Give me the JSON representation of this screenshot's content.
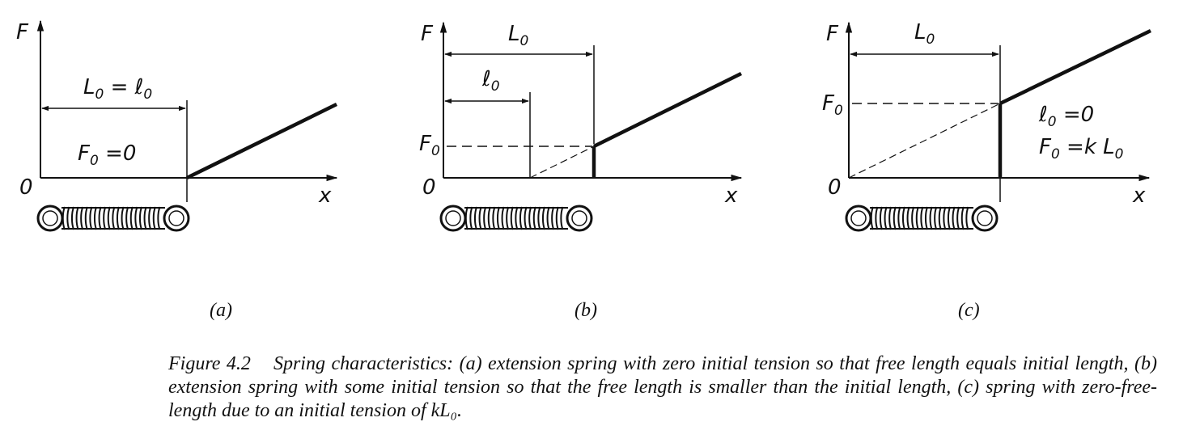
{
  "panels": [
    {
      "id": "a",
      "axis_f": "F",
      "axis_x": "x",
      "origin": "0",
      "dim_top": "L",
      "dim_top_sub": "0",
      "dim_top_eq": " = ℓ",
      "dim_top_eq_sub": "0",
      "note_f0": "F",
      "note_f0_sub": "0",
      "note_f0_value": " =0",
      "caption": "(a)"
    },
    {
      "id": "b",
      "axis_f": "F",
      "axis_x": "x",
      "origin": "0",
      "dim_top": "L",
      "dim_top_sub": "0",
      "dim_inner": "ℓ",
      "dim_inner_sub": "0",
      "tick_f0": "F",
      "tick_f0_sub": "0",
      "caption": "(b)"
    },
    {
      "id": "c",
      "axis_f": "F",
      "axis_x": "x",
      "origin": "0",
      "dim_top": "L",
      "dim_top_sub": "0",
      "tick_f0": "F",
      "tick_f0_sub": "0",
      "note_l0": "ℓ",
      "note_l0_sub": "0",
      "note_l0_value": " =0",
      "note_f0": "F",
      "note_f0_sub": "0",
      "note_f0_value": " =k L",
      "note_f0_value_sub": "0",
      "caption": "(c)"
    }
  ],
  "figure_caption": {
    "label": "Figure 4.2",
    "text": "Spring characteristics: (a) extension spring with zero initial tension so that free length equals initial length, (b) extension spring with some initial tension so that the free length is smaller than the initial length, (c) spring with zero-free-length due to an initial tension of kL₀."
  }
}
